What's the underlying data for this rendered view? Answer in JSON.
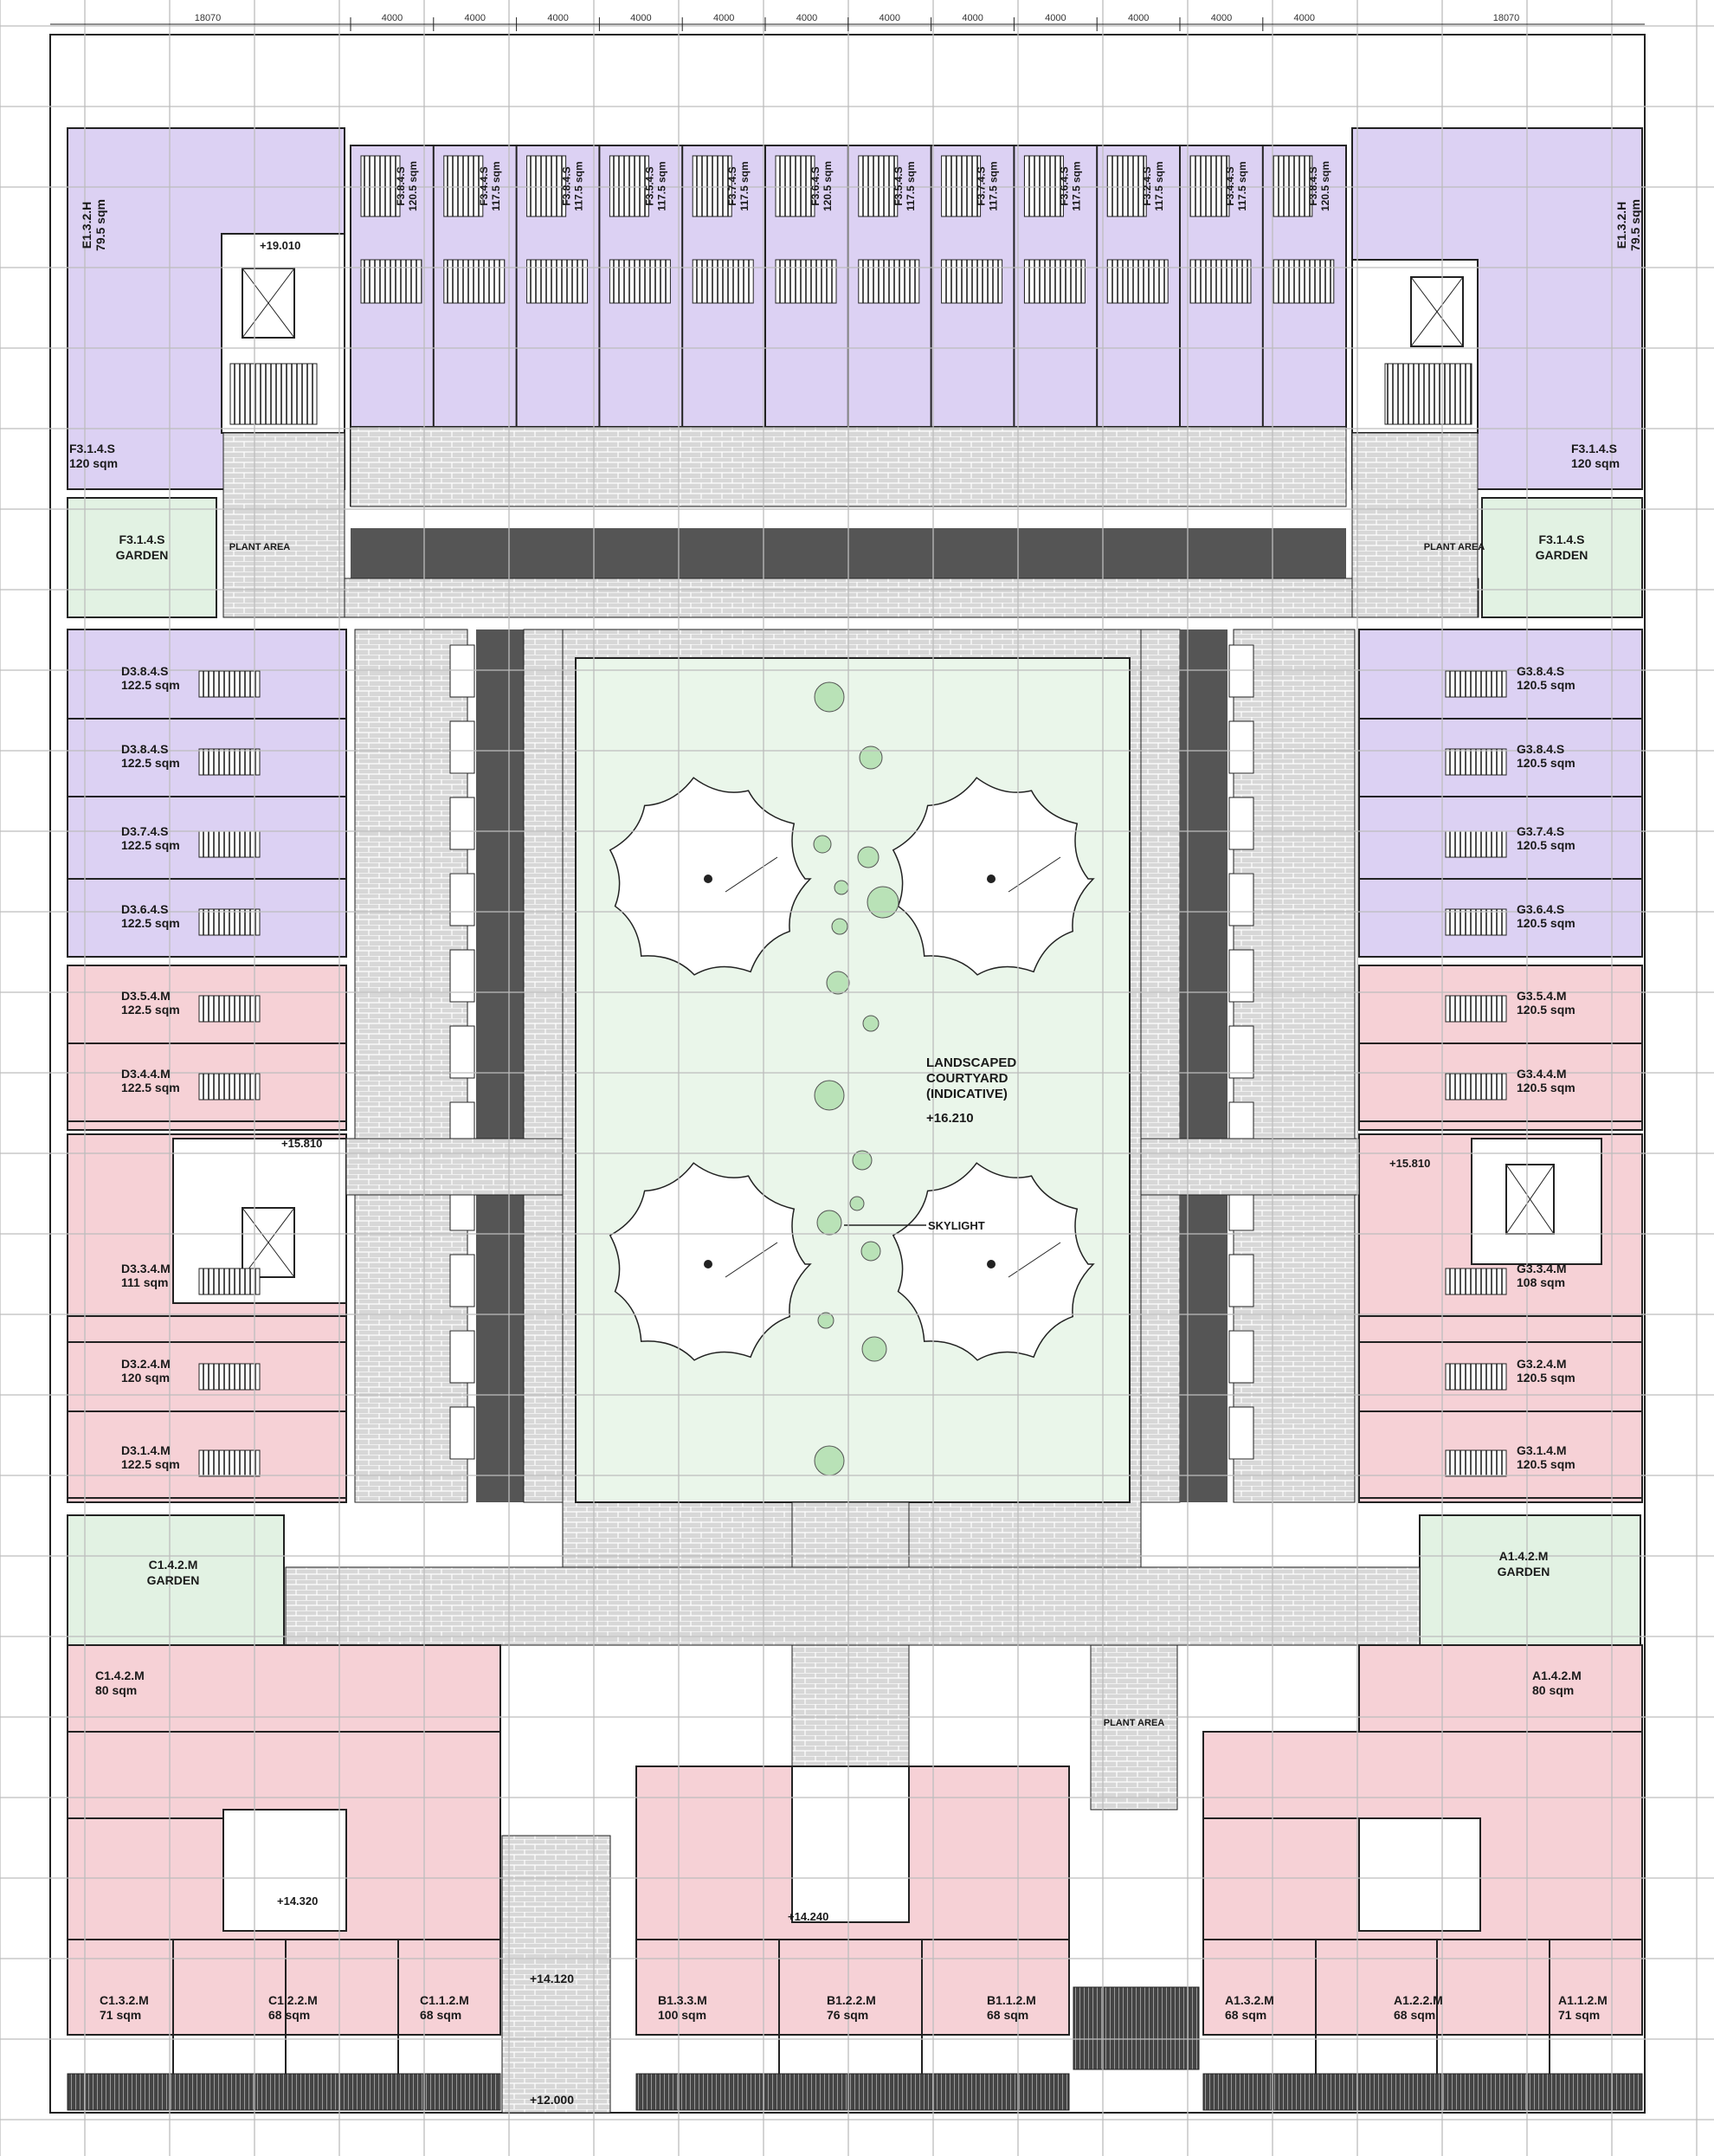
{
  "colors": {
    "purple": "#dcd1f3",
    "pink": "#f6d1d6",
    "pink_light": "#f8dde0",
    "green": "#e2f2e3",
    "courtyard": "#eaf6ea",
    "paving": "#d6d6d6",
    "dark": "#555555",
    "lines": "#1b1b1b",
    "grid": "#c8c8c8"
  },
  "dimensions": {
    "top_left": "18070",
    "top_right": "18070",
    "bays": [
      "4000",
      "4000",
      "4000",
      "4000",
      "4000",
      "4000",
      "4000",
      "4000",
      "4000",
      "4000",
      "4000",
      "4000"
    ]
  },
  "north_units": {
    "left_tower": {
      "code": "E1.3.2.H",
      "area": "79.5 sqm"
    },
    "left_corner": {
      "code": "F3.1.4.S",
      "area": "120 sqm"
    },
    "left_level": "+19.010",
    "right_tower": {
      "code": "E1.3.2.H",
      "area": "79.5 sqm"
    },
    "right_corner": {
      "code": "F3.1.4.S",
      "area": "120 sqm"
    },
    "terraces": [
      {
        "code": "F3.8.4.S",
        "area": "120.5 sqm"
      },
      {
        "code": "F3.4.4.S",
        "area": "117.5 sqm"
      },
      {
        "code": "F3.8.4.S",
        "area": "117.5 sqm"
      },
      {
        "code": "F3.5.4.S",
        "area": "117.5 sqm"
      },
      {
        "code": "F3.7.4.S",
        "area": "117.5 sqm"
      },
      {
        "code": "F3.6.4.S",
        "area": "120.5 sqm"
      },
      {
        "code": "F3.5.4.S",
        "area": "117.5 sqm"
      },
      {
        "code": "F3.7.4.S",
        "area": "117.5 sqm"
      },
      {
        "code": "F3.6.4.S",
        "area": "117.5 sqm"
      },
      {
        "code": "F3.2.4.S",
        "area": "117.5 sqm"
      },
      {
        "code": "F3.4.4.S",
        "area": "117.5 sqm"
      },
      {
        "code": "F3.8.4.S",
        "area": "120.5 sqm"
      }
    ]
  },
  "gardens": {
    "north_left": {
      "code": "F3.1.4.S",
      "sub": "GARDEN"
    },
    "north_right": {
      "code": "F3.1.4.S",
      "sub": "GARDEN"
    },
    "plant_left": "PLANT AREA",
    "plant_right": "PLANT AREA",
    "south_left": {
      "code": "C1.4.2.M",
      "sub": "GARDEN"
    },
    "south_right": {
      "code": "A1.4.2.M",
      "sub": "GARDEN"
    },
    "plant_south": "PLANT AREA"
  },
  "west_units": [
    {
      "code": "D3.8.4.S",
      "area": "122.5 sqm"
    },
    {
      "code": "D3.8.4.S",
      "area": "122.5 sqm"
    },
    {
      "code": "D3.7.4.S",
      "area": "122.5 sqm"
    },
    {
      "code": "D3.6.4.S",
      "area": "122.5 sqm"
    },
    {
      "code": "D3.5.4.M",
      "area": "122.5 sqm"
    },
    {
      "code": "D3.4.4.M",
      "area": "122.5 sqm"
    },
    {
      "code": "D3.3.4.M",
      "area": "111 sqm"
    },
    {
      "code": "D3.2.4.M",
      "area": "120 sqm"
    },
    {
      "code": "D3.1.4.M",
      "area": "122.5 sqm"
    }
  ],
  "east_units": [
    {
      "code": "G3.8.4.S",
      "area": "120.5 sqm"
    },
    {
      "code": "G3.8.4.S",
      "area": "120.5 sqm"
    },
    {
      "code": "G3.7.4.S",
      "area": "120.5 sqm"
    },
    {
      "code": "G3.6.4.S",
      "area": "120.5 sqm"
    },
    {
      "code": "G3.5.4.M",
      "area": "120.5 sqm"
    },
    {
      "code": "G3.4.4.M",
      "area": "120.5 sqm"
    },
    {
      "code": "G3.3.4.M",
      "area": "108 sqm"
    },
    {
      "code": "G3.2.4.M",
      "area": "120.5 sqm"
    },
    {
      "code": "G3.1.4.M",
      "area": "120.5 sqm"
    }
  ],
  "levels": {
    "north_left": "+19.010",
    "west": "+15.810",
    "east": "+15.810",
    "south_left": "+14.320",
    "south_mid": "+14.240",
    "south_path": "+14.120",
    "south_entry": "+12.000",
    "courtyard": "+16.210"
  },
  "courtyard": {
    "line1": "LANDSCAPED",
    "line2": "COURTYARD",
    "line3": "(INDICATIVE)",
    "level": "+16.210",
    "skylight": "SKYLIGHT"
  },
  "south_units": [
    {
      "code": "C1.4.2.M",
      "area": "80 sqm"
    },
    {
      "code": "C1.3.2.M",
      "area": "71 sqm"
    },
    {
      "code": "C1.2.2.M",
      "area": "68 sqm"
    },
    {
      "code": "C1.1.2.M",
      "area": "68 sqm"
    },
    {
      "code": "B1.3.3.M",
      "area": "100 sqm"
    },
    {
      "code": "B1.2.2.M",
      "area": "76 sqm"
    },
    {
      "code": "B1.1.2.M",
      "area": "68 sqm"
    },
    {
      "code": "A1.3.2.M",
      "area": "68 sqm"
    },
    {
      "code": "A1.2.2.M",
      "area": "68 sqm"
    },
    {
      "code": "A1.1.2.M",
      "area": "71 sqm"
    },
    {
      "code": "A1.4.2.M",
      "area": "80 sqm"
    }
  ]
}
